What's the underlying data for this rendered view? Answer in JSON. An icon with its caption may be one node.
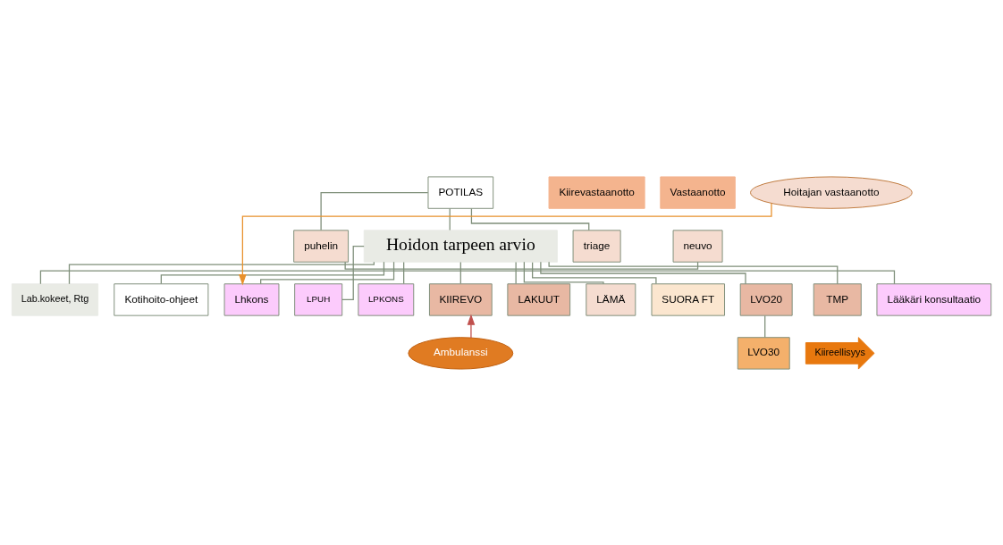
{
  "diagram": {
    "nodes": [
      {
        "text": [
          "POTILAS"
        ]
      },
      {
        "text": [
          "Vastaanotto"
        ]
      },
      {
        "text": [
          "Kiirevastaanotto"
        ]
      },
      {
        "text": [
          "neuvo"
        ]
      },
      {
        "text": [
          "puhelin"
        ]
      },
      {
        "text": [
          "triage"
        ]
      },
      {
        "text": [
          "Hoidon tarpeen arvio"
        ]
      },
      {
        "text": [
          "Lab.kokeet, Rtg"
        ]
      },
      {
        "text": [
          "Lääkäri konsultaatio"
        ]
      },
      {
        "text": [
          "Kotihoito-ohjeet"
        ]
      },
      {
        "text": [
          "Hoitajan vastaanotto"
        ]
      },
      {
        "text": [
          "Lhkons"
        ]
      },
      {
        "text": [
          "LPUH"
        ]
      },
      {
        "text": [
          "LPKONS"
        ]
      },
      {
        "text": [
          "KIIREVO"
        ]
      },
      {
        "text": [
          "LAKUUT"
        ]
      },
      {
        "text": [
          "LÄMÄ"
        ]
      },
      {
        "text": [
          "SUORA FT"
        ]
      },
      {
        "text": [
          "LVO20"
        ]
      },
      {
        "text": [
          "TMP"
        ]
      },
      {
        "text": [
          "LVO30"
        ]
      },
      {
        "text": [
          "Ambulanssi"
        ]
      },
      {
        "text": [
          "Kiireellisyys"
        ]
      }
    ],
    "edges": [
      {
        "from": 0,
        "to": 4,
        "arrow": "none"
      },
      {
        "from": 0,
        "to": 5,
        "arrow": "none"
      },
      {
        "from": 3,
        "to": 4,
        "arrow": "none"
      },
      {
        "from": 0,
        "to": 6,
        "arrow": "none"
      },
      {
        "from": 6,
        "to": 7,
        "arrow": "none"
      },
      {
        "from": 7,
        "to": 8,
        "arrow": "none"
      },
      {
        "from": 6,
        "to": 9,
        "arrow": "none"
      },
      {
        "from": 6,
        "to": 11,
        "arrow": "none"
      },
      {
        "from": 10,
        "to": 11,
        "arrow": "to",
        "color": "#e8912d"
      },
      {
        "from": 6,
        "to": 12,
        "arrow": "none"
      },
      {
        "from": 6,
        "to": 13,
        "arrow": "none"
      },
      {
        "from": 6,
        "to": 14,
        "arrow": "none"
      },
      {
        "from": 6,
        "to": 15,
        "arrow": "none"
      },
      {
        "from": 6,
        "to": 16,
        "arrow": "none"
      },
      {
        "from": 6,
        "to": 17,
        "arrow": "none"
      },
      {
        "from": 6,
        "to": 18,
        "arrow": "none"
      },
      {
        "from": 6,
        "to": 19,
        "arrow": "none"
      },
      {
        "from": 18,
        "to": 20,
        "arrow": "none"
      },
      {
        "from": 21,
        "to": 14,
        "arrow": "to",
        "color": "#c0504d"
      }
    ]
  }
}
